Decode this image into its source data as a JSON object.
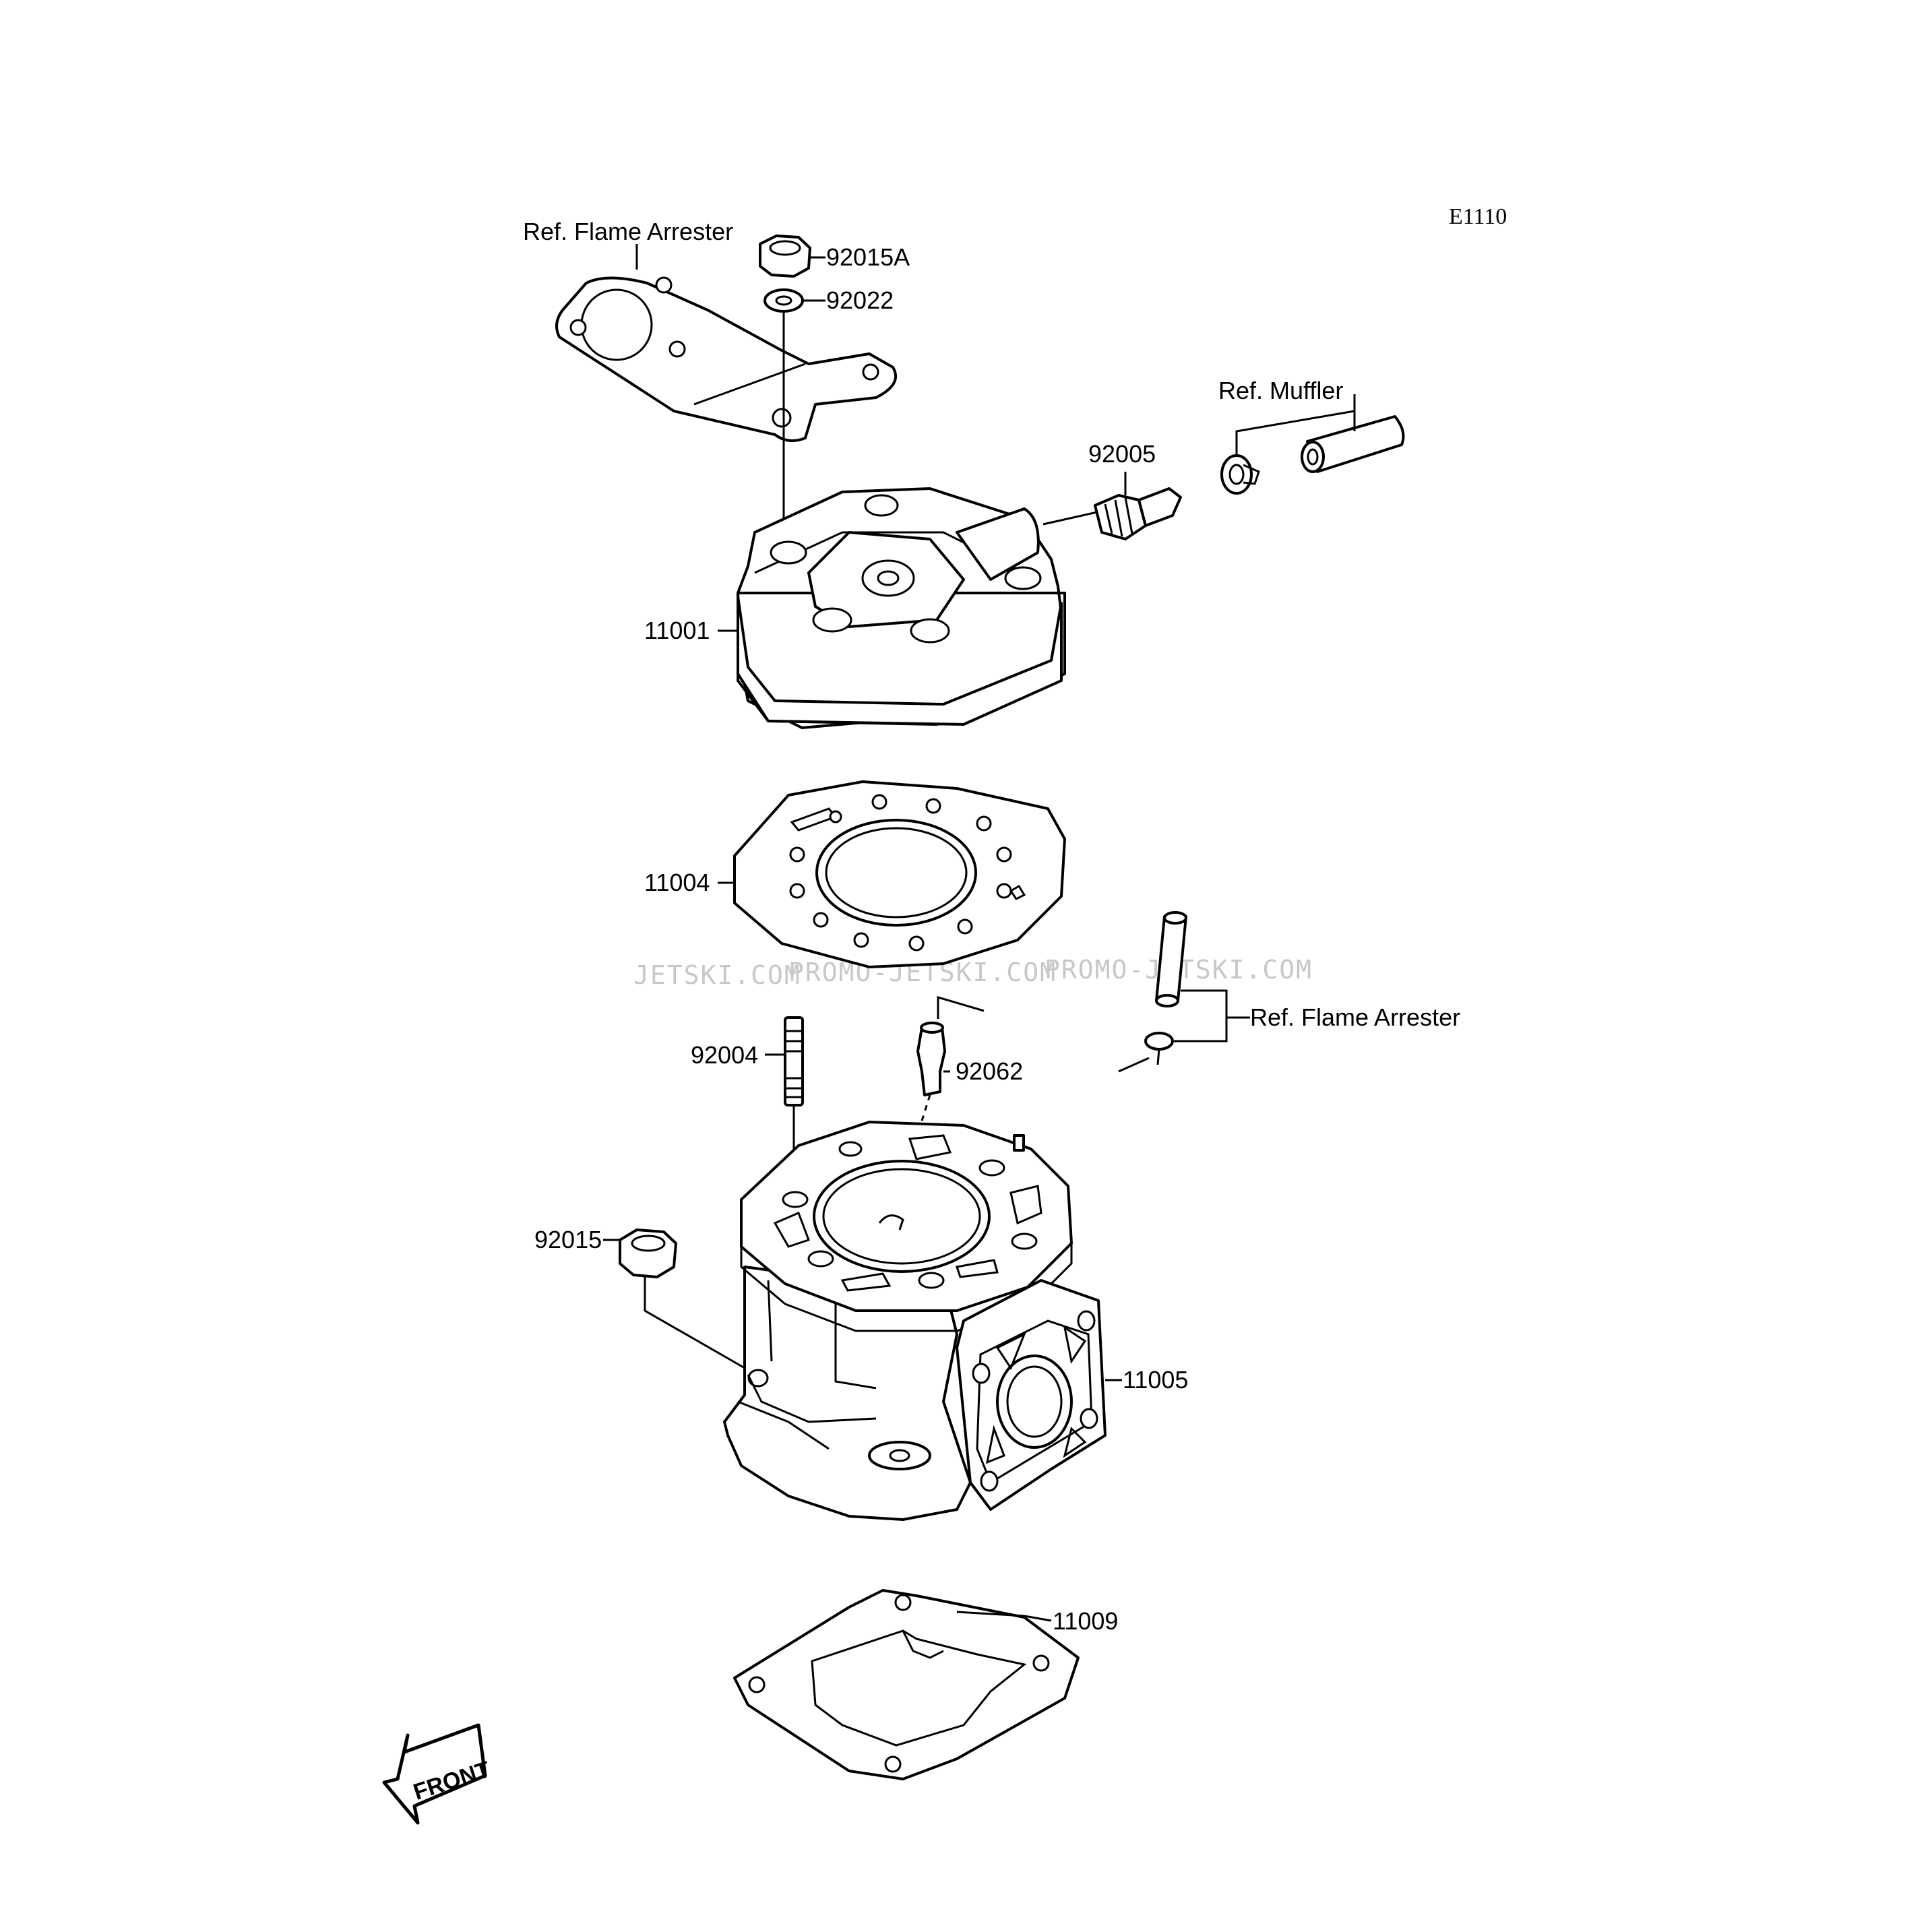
{
  "diagram_code": "E1110",
  "callouts": {
    "ref_flame_arrester_top": "Ref. Flame Arrester",
    "p92015A": "92015A",
    "p92022": "92022",
    "ref_muffler": "Ref. Muffler",
    "p92005": "92005",
    "p11001": "11001",
    "p11004": "11004",
    "ref_flame_arrester_mid": "Ref. Flame Arrester",
    "p92004": "92004",
    "p92062": "92062",
    "p92015": "92015",
    "p11005": "11005",
    "p11009": "11009"
  },
  "watermarks": [
    "JETSKI.COM",
    "PROMO-JETSKI.COM",
    "PROMO-JETSKI.COM"
  ],
  "front_arrow_label": "FRONT"
}
